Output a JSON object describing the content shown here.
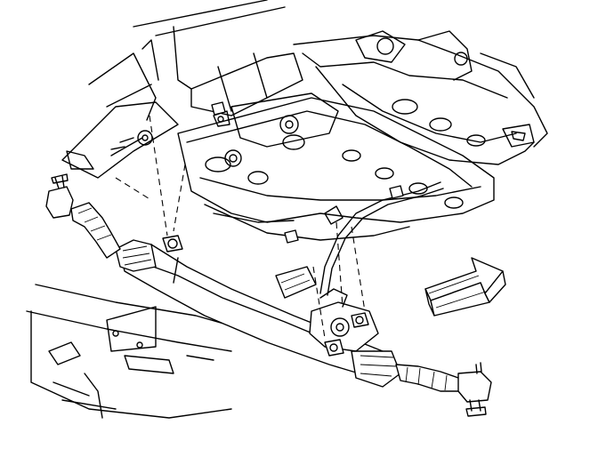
{
  "figure": {
    "colors": {
      "line": "#000000",
      "background": "#ffffff"
    },
    "parts": [
      "body-frame-rails",
      "front-crossmember",
      "steering-gear-housing",
      "steering-gear-mount-bolts",
      "power-steering-lines",
      "left-tie-rod-end",
      "right-tie-rod-end",
      "left-boot",
      "right-boot",
      "lower-frame-section"
    ],
    "indicator": {
      "icon": "direction-arrow-icon",
      "direction": "up-right"
    }
  }
}
